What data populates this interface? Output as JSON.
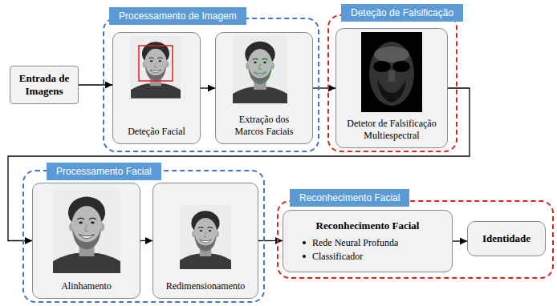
{
  "diagram": {
    "nodes": [
      {
        "text": [
          "Entrada de Imagens"
        ]
      },
      {
        "text": [
          "Processamento de Imagem"
        ]
      },
      {
        "text": [
          "Deteção Facial"
        ],
        "in": 1
      },
      {
        "text": [
          "Extração dos Marcos Faciais"
        ],
        "in": 1
      },
      {
        "text": [
          "Deteção de Falsificação"
        ]
      },
      {
        "text": [
          "Detetor de Falsificação Multiespectral"
        ],
        "in": 4
      },
      {
        "text": [
          "Processamento Facial"
        ]
      },
      {
        "text": [
          "Alinhamento"
        ],
        "in": 6
      },
      {
        "text": [
          "Redimensionamento"
        ],
        "in": 6
      },
      {
        "text": [
          "Reconhecimento Facial"
        ]
      },
      {
        "text": [
          "Reconhecimento Facial",
          "Rede Neural Profunda",
          "Classificador"
        ],
        "in": 9
      },
      {
        "text": [
          "Identidade"
        ],
        "in": 9
      }
    ],
    "edges": [
      {
        "from": 0,
        "to": 2,
        "arrow": "to"
      },
      {
        "from": 2,
        "to": 3,
        "arrow": "to"
      },
      {
        "from": 3,
        "to": 5,
        "arrow": "to"
      },
      {
        "from": 5,
        "to": 7,
        "arrow": "to"
      },
      {
        "from": 7,
        "to": 8,
        "arrow": "to"
      },
      {
        "from": 8,
        "to": 10,
        "arrow": "to"
      },
      {
        "from": 10,
        "to": 11,
        "arrow": "to"
      }
    ]
  }
}
